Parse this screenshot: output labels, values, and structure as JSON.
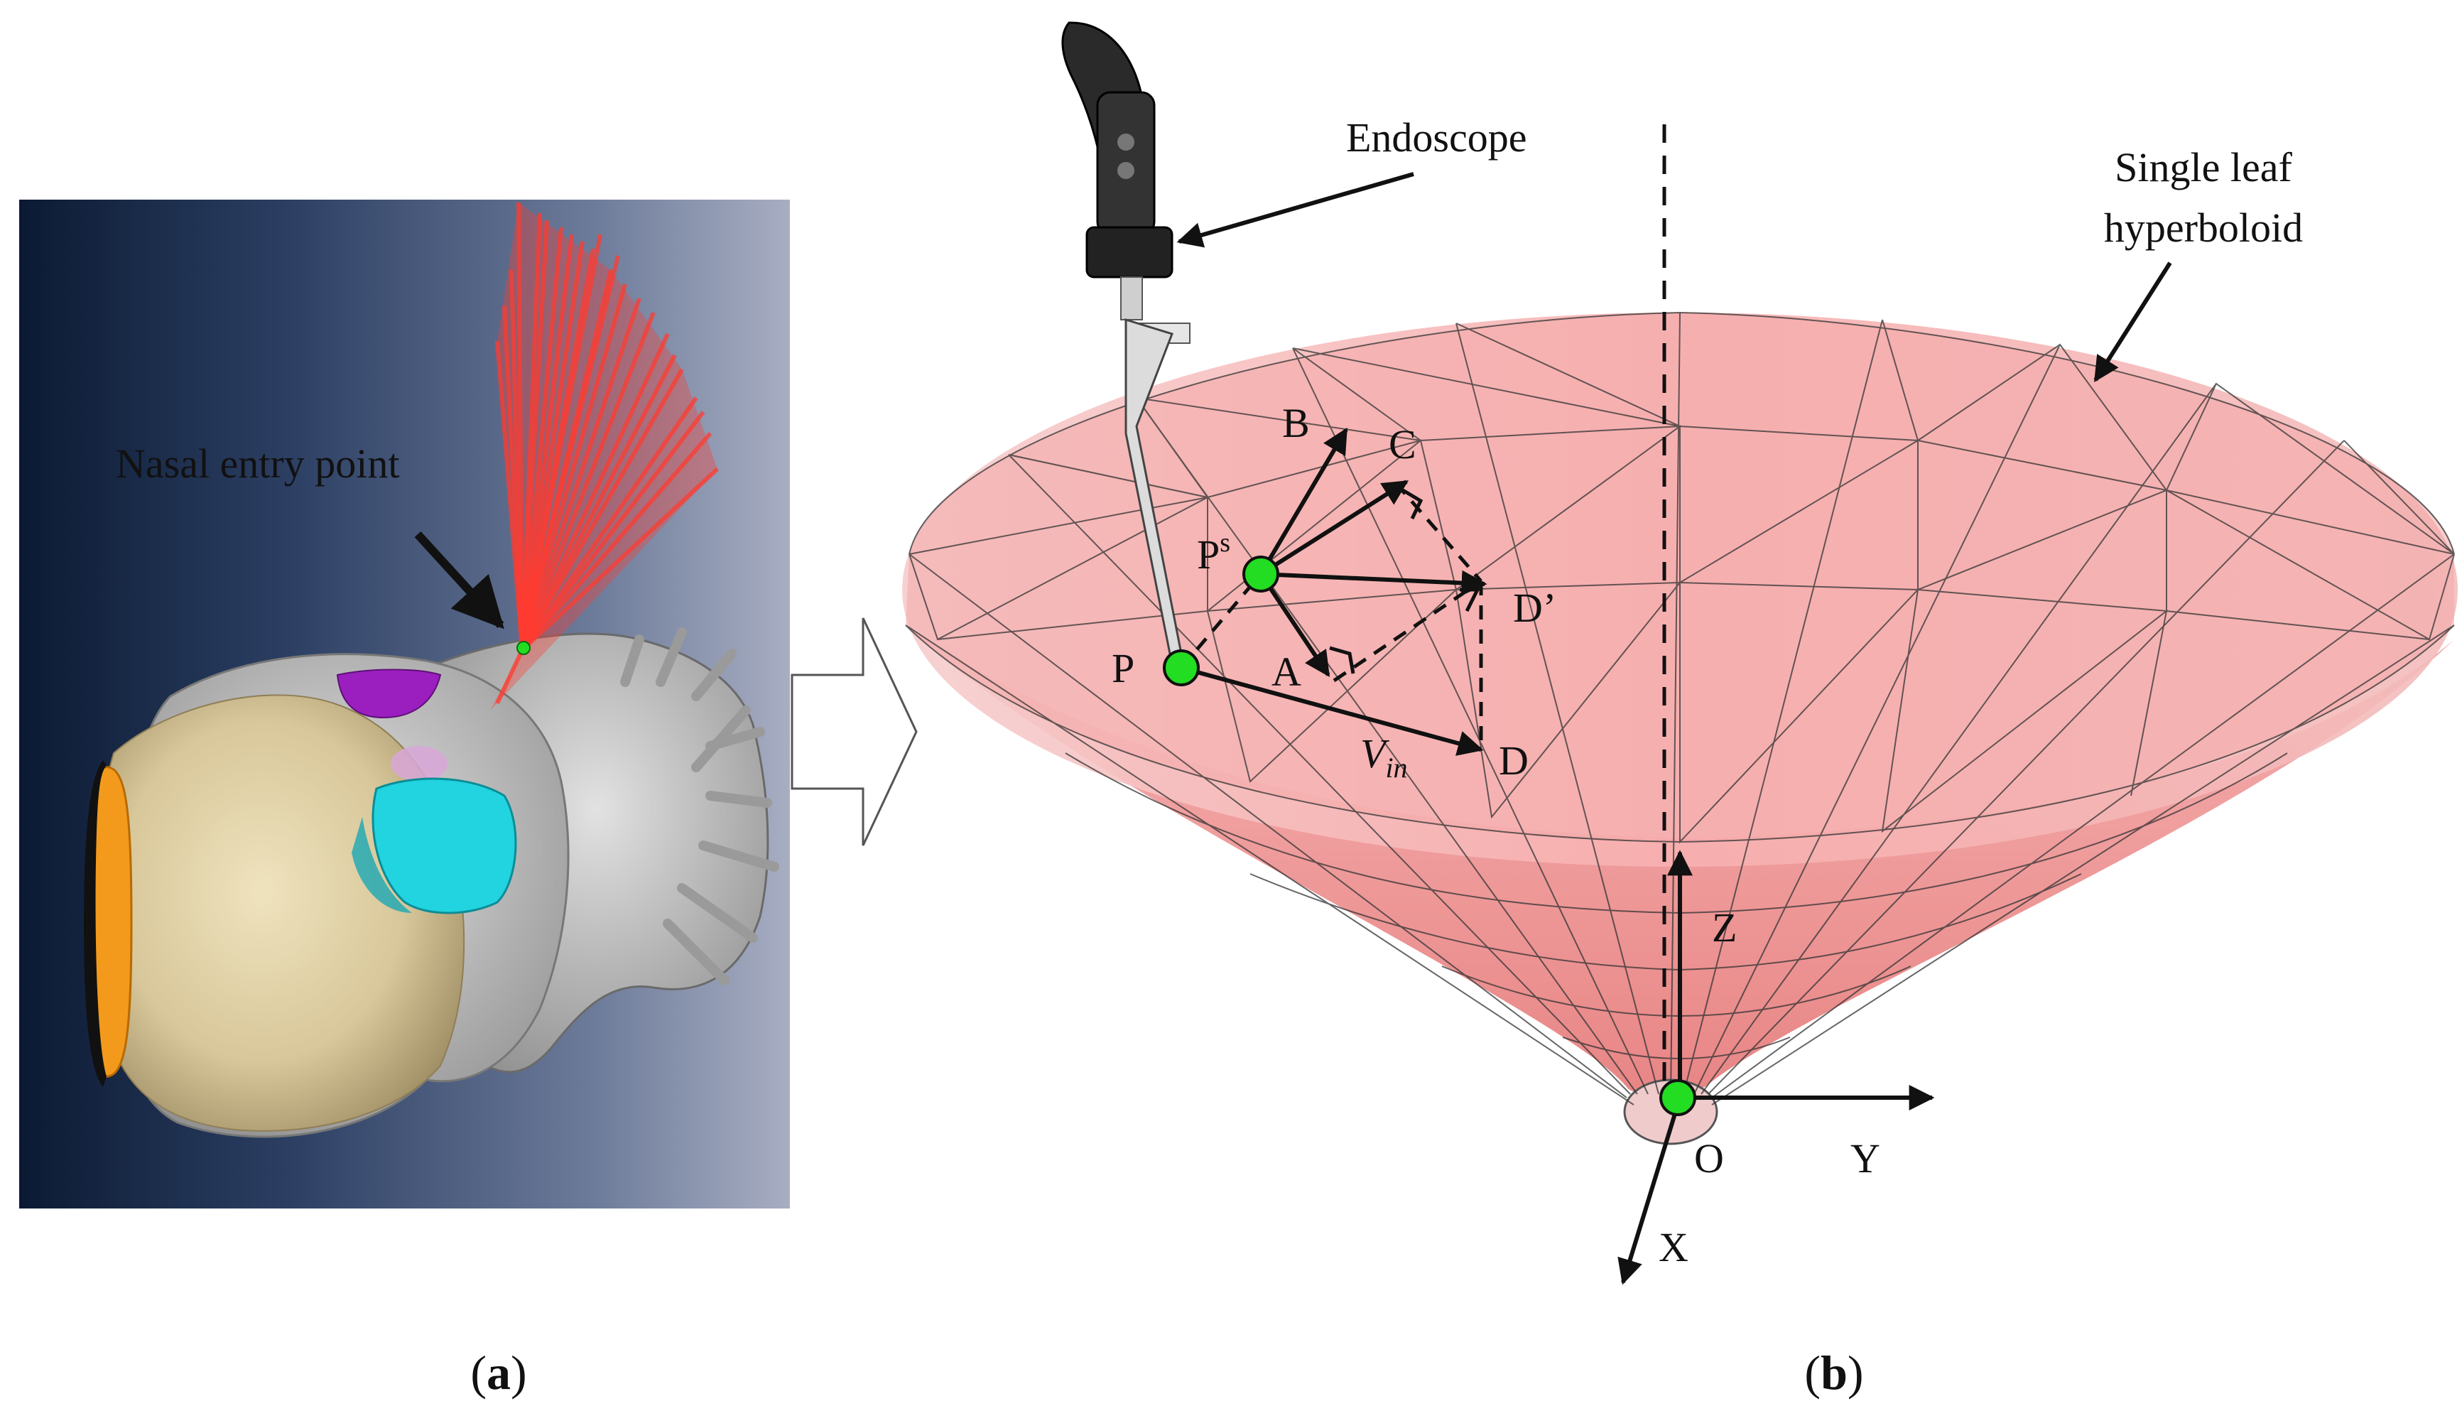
{
  "panel_a": {
    "annotation": "Nasal entry point",
    "caption": {
      "open": "(",
      "letter": "a",
      "close": ")"
    }
  },
  "panel_b": {
    "endoscope_label": "Endoscope",
    "surface_label_line1": "Single leaf",
    "surface_label_line2": "hyperboloid",
    "points": {
      "B": "B",
      "C": "C",
      "Ps_base": "P",
      "Ps_sup": "s",
      "D_prime": "D’",
      "P": "P",
      "A": "A",
      "D": "D",
      "Vin_base": "V",
      "Vin_sub": "in"
    },
    "axes": {
      "Z": "Z",
      "Y": "Y",
      "X": "X",
      "O": "O"
    },
    "caption": {
      "open": "(",
      "letter": "b",
      "close": ")"
    }
  },
  "colors": {
    "hyperboloid_fill": "#f4a7a7",
    "rays": "#ff3b30",
    "skull": "#c8c8c8",
    "skin": "#d8c79a",
    "cyan_region": "#22d3e0",
    "purple_region": "#9b1fbf",
    "orange_region": "#f39a1c",
    "marker": "#22dd22"
  }
}
